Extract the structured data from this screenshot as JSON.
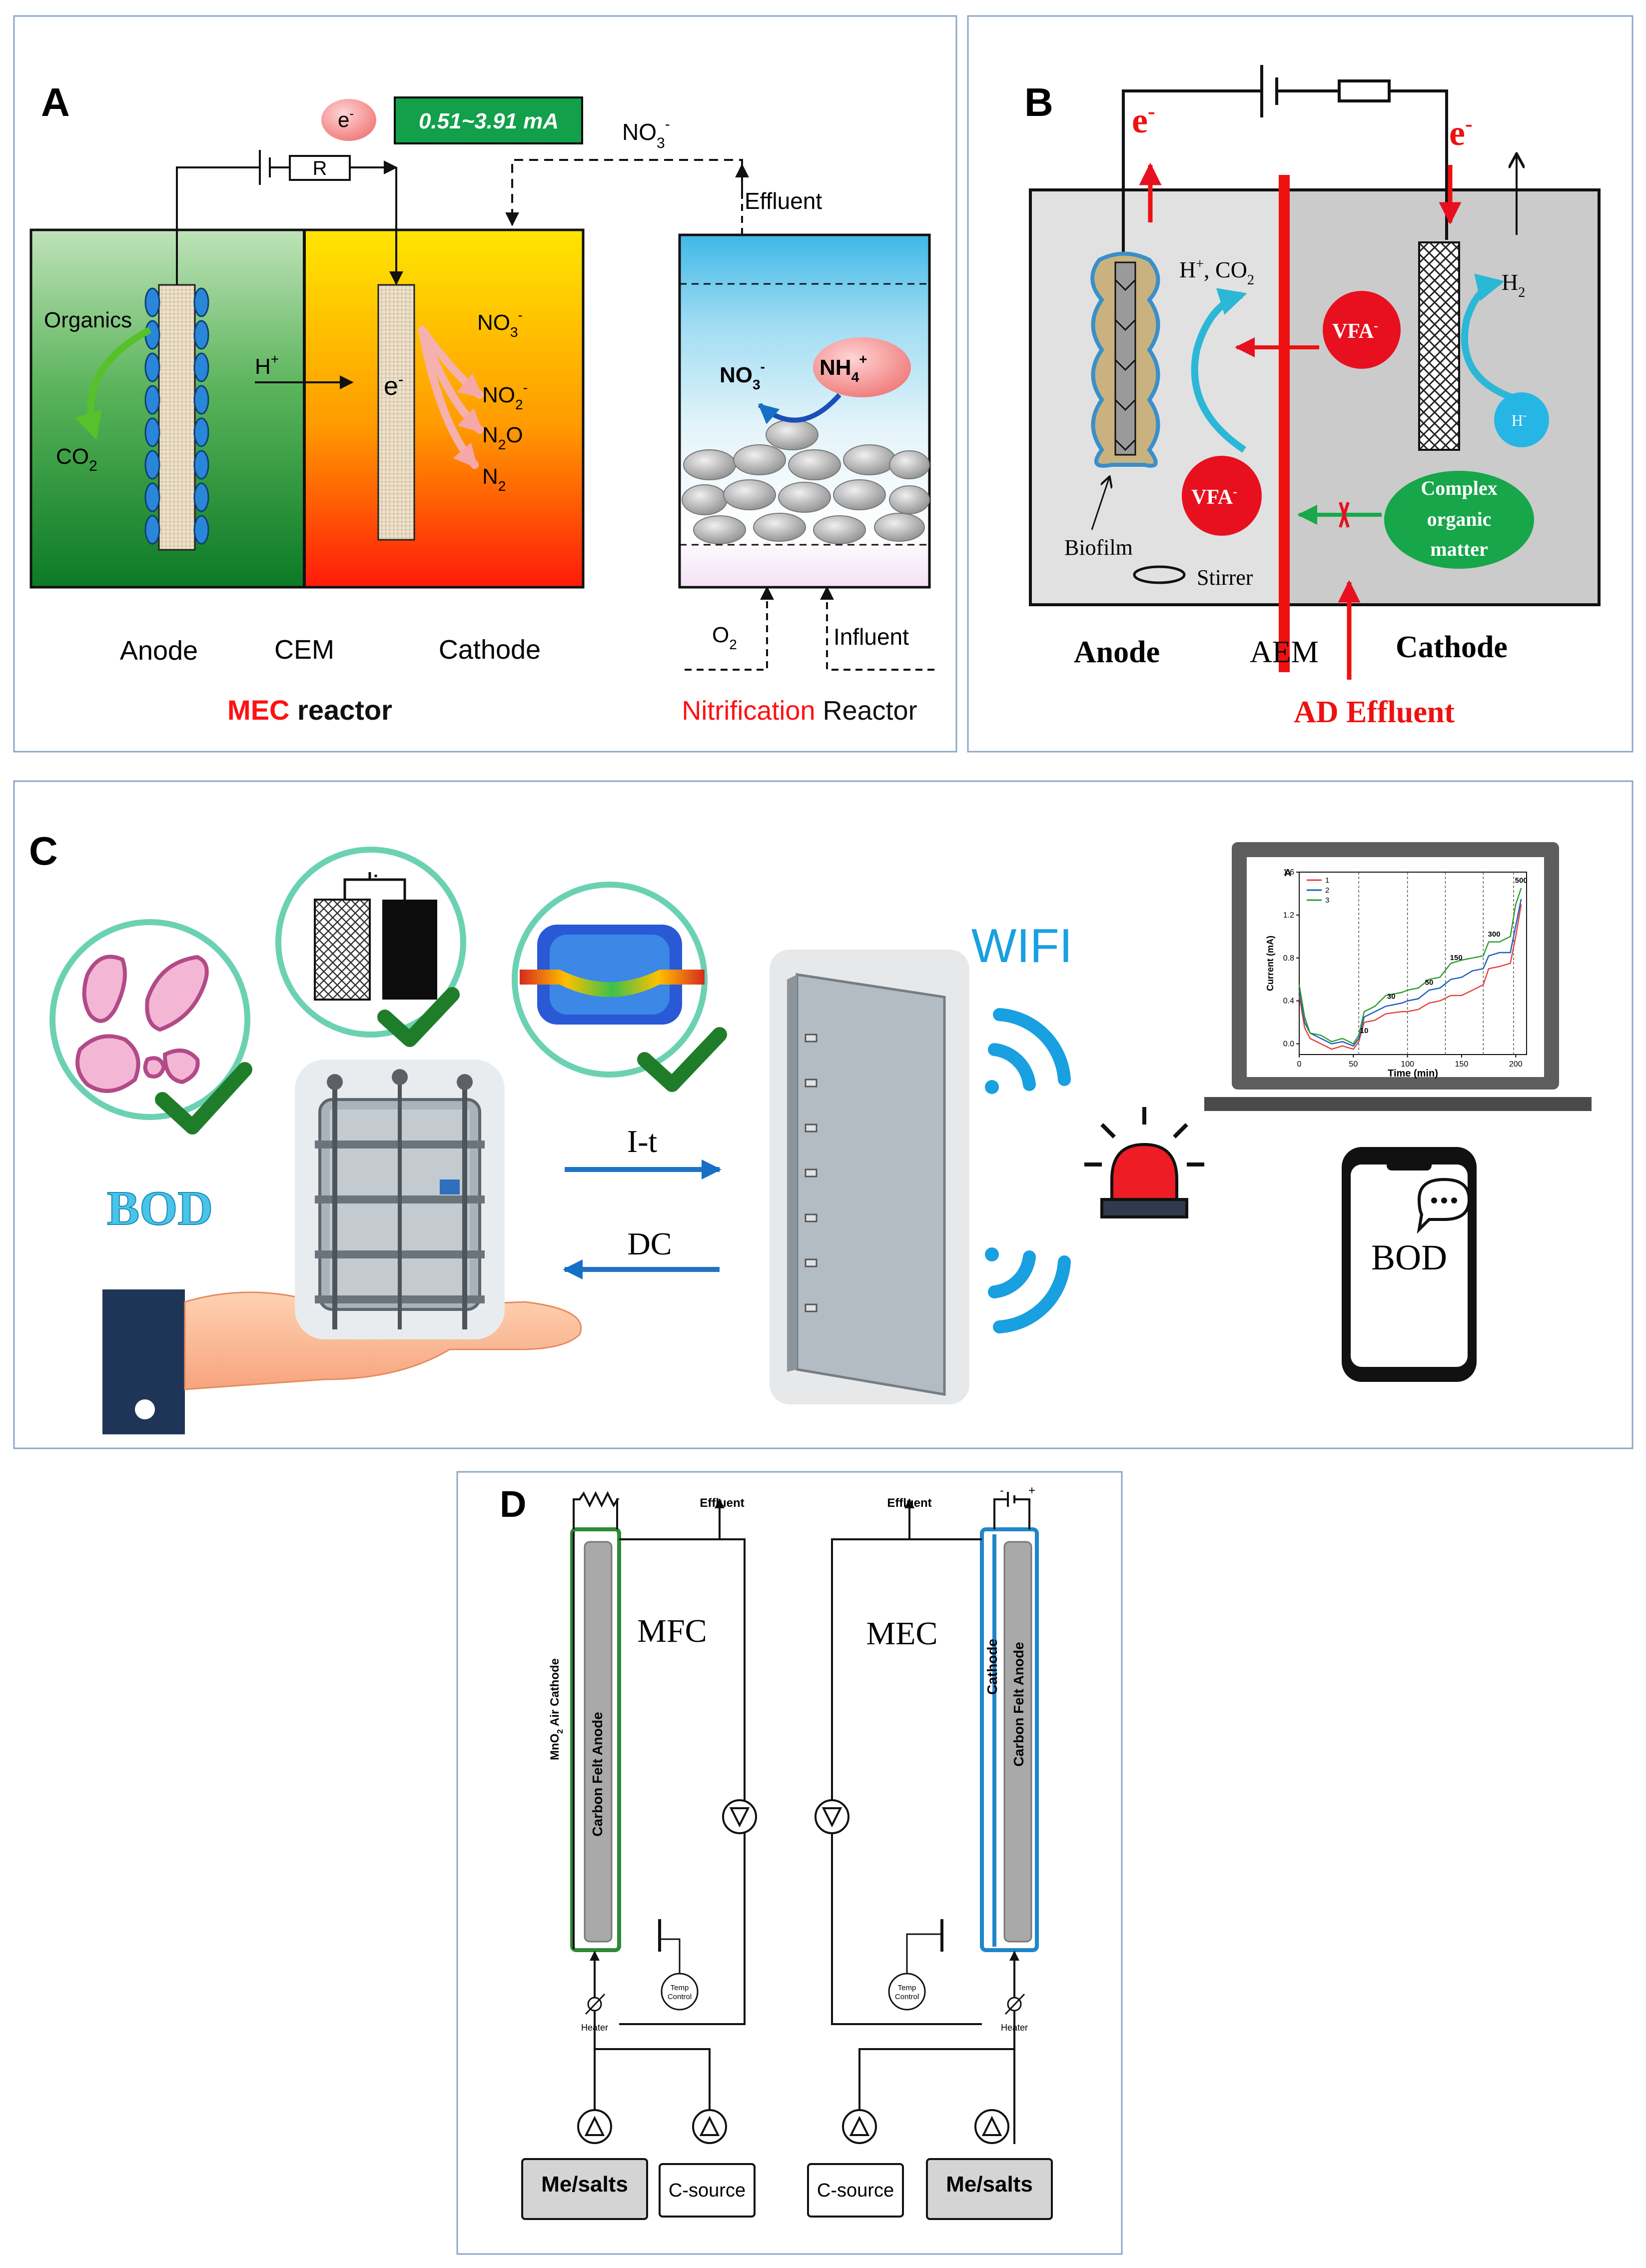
{
  "panelA": {
    "letter": "A",
    "electron": "e",
    "electron_sup": "-",
    "current": "0.51~3.91 mA",
    "resistor": "R",
    "no3_top": "NO",
    "no3_top_sub": "3",
    "no3_top_sup": "-",
    "effluent": "Effluent",
    "organics": "Organics",
    "co2": "CO",
    "co2_sub": "2",
    "h_plus": "H",
    "h_plus_sup": "+",
    "cathode_e": "e",
    "cathode_e_sup": "-",
    "products": [
      {
        "base": "NO",
        "sub": "3",
        "sup": "-"
      },
      {
        "base": "NO",
        "sub": "2",
        "sup": "-"
      },
      {
        "base": "N",
        "sub": "2",
        "mid": "O"
      },
      {
        "base": "N",
        "sub": "2"
      }
    ],
    "no3_react": "NO",
    "no3_react_sub": "3",
    "no3_react_sup": "-",
    "nh4": "NH",
    "nh4_sub": "4",
    "nh4_sup": "+",
    "o2": "O",
    "o2_sub": "2",
    "influent": "Influent",
    "label_anode": "Anode",
    "label_cem": "CEM",
    "label_cathode": "Cathode",
    "mec_title": "MEC",
    "mec_reactor": " reactor",
    "nit_title": "Nitrification",
    "nit_reactor": " Reactor",
    "colors": {
      "green": "#1a9850",
      "yellow": "#ffe600",
      "red": "#e8101f",
      "blue": "#1b8fd6",
      "accent": "#ff1111"
    }
  },
  "panelB": {
    "letter": "B",
    "e_left": "e",
    "e_left_sup": "-",
    "e_right": "e",
    "e_right_sup": "-",
    "h_co2": "H",
    "h_co2_sup": "+",
    "h_co2_rest": ", CO",
    "h_co2_sub": "2",
    "h2": "H",
    "h2_sub": "2",
    "vfa": "VFA",
    "vfa_sup": "-",
    "vfa2": "VFA",
    "vfa2_sup": "-",
    "hminus": "H",
    "hminus_sup": "-",
    "complex": [
      "Complex",
      "organic",
      "matter"
    ],
    "biofilm": "Biofilm",
    "stirrer": "Stirrer",
    "anode": "Anode",
    "aem": "AEM",
    "cathode": "Cathode",
    "ad_effluent": "AD Effluent"
  },
  "panelC": {
    "letter": "C",
    "bod": "BOD",
    "it": "I-t",
    "dc": "DC",
    "wifi": "WIFI",
    "phone_bod": "BOD",
    "chart_panel_letter": "A",
    "chart_xlabel": "Time (min)",
    "chart_ylabel": "Current (mA)",
    "chart_legend": [
      "1",
      "2",
      "3"
    ],
    "chart_steps": [
      "10",
      "30",
      "50",
      "150",
      "300",
      "500"
    ]
  },
  "chart_data": {
    "type": "line",
    "xlabel": "Time (min)",
    "ylabel": "Current (mA)",
    "xlim": [
      0,
      210
    ],
    "ylim": [
      -0.1,
      1.6
    ],
    "xticks": [
      "0",
      "50",
      "100",
      "150",
      "200"
    ],
    "yticks": [
      "0.0",
      "0.4",
      "0.8",
      "1.2",
      "1.6"
    ],
    "annotations": [
      "10",
      "30",
      "50",
      "150",
      "300",
      "500"
    ],
    "series": [
      {
        "name": "1",
        "color": "#e8413a",
        "x": [
          0,
          5,
          10,
          20,
          30,
          40,
          50,
          55,
          60,
          70,
          80,
          95,
          100,
          110,
          120,
          130,
          140,
          150,
          160,
          170,
          175,
          185,
          195,
          200,
          205
        ],
        "y": [
          0.45,
          0.15,
          0.05,
          0.0,
          -0.05,
          -0.02,
          -0.05,
          0.02,
          0.2,
          0.22,
          0.28,
          0.3,
          0.3,
          0.32,
          0.38,
          0.4,
          0.45,
          0.45,
          0.5,
          0.55,
          0.7,
          0.72,
          0.75,
          1.0,
          1.3
        ]
      },
      {
        "name": "2",
        "color": "#1f5fbf",
        "x": [
          0,
          5,
          10,
          20,
          30,
          40,
          50,
          55,
          60,
          70,
          80,
          95,
          100,
          110,
          120,
          130,
          140,
          150,
          160,
          170,
          175,
          185,
          195,
          200,
          205
        ],
        "y": [
          0.5,
          0.2,
          0.1,
          0.05,
          0.0,
          0.02,
          -0.02,
          0.05,
          0.25,
          0.3,
          0.35,
          0.38,
          0.4,
          0.42,
          0.5,
          0.52,
          0.6,
          0.62,
          0.68,
          0.7,
          0.82,
          0.85,
          0.85,
          1.1,
          1.35
        ]
      },
      {
        "name": "3",
        "color": "#2f9e2f",
        "x": [
          0,
          5,
          10,
          20,
          30,
          40,
          50,
          55,
          60,
          70,
          80,
          95,
          100,
          110,
          120,
          130,
          140,
          150,
          160,
          170,
          175,
          185,
          195,
          200,
          205
        ],
        "y": [
          0.55,
          0.25,
          0.1,
          0.08,
          0.02,
          0.05,
          0.0,
          0.08,
          0.3,
          0.35,
          0.45,
          0.48,
          0.5,
          0.52,
          0.6,
          0.62,
          0.75,
          0.78,
          0.8,
          0.82,
          0.95,
          0.95,
          1.0,
          1.3,
          1.45
        ]
      }
    ]
  },
  "panelD": {
    "letter": "D",
    "effluent_left": "Effluent",
    "effluent_right": "Effluent",
    "mfc": "MFC",
    "mec": "MEC",
    "mno2_cathode": "MnO",
    "mno2_sub": "2",
    "mno2_rest": " Air Cathode",
    "carbon_felt_left": "Carbon Felt Anode",
    "cathode_right": "Cathode",
    "carbon_felt_right": "Carbon Felt Anode",
    "heater_left": "Heater",
    "heater_right": "Heater",
    "temp_left": [
      "Temp",
      "Control"
    ],
    "temp_right": [
      "Temp",
      "Control"
    ],
    "me_salts_left": "Me/salts",
    "c_source_left": "C-source",
    "c_source_right": "C-source",
    "me_salts_right": "Me/salts",
    "minus": "-",
    "plus": "+"
  }
}
